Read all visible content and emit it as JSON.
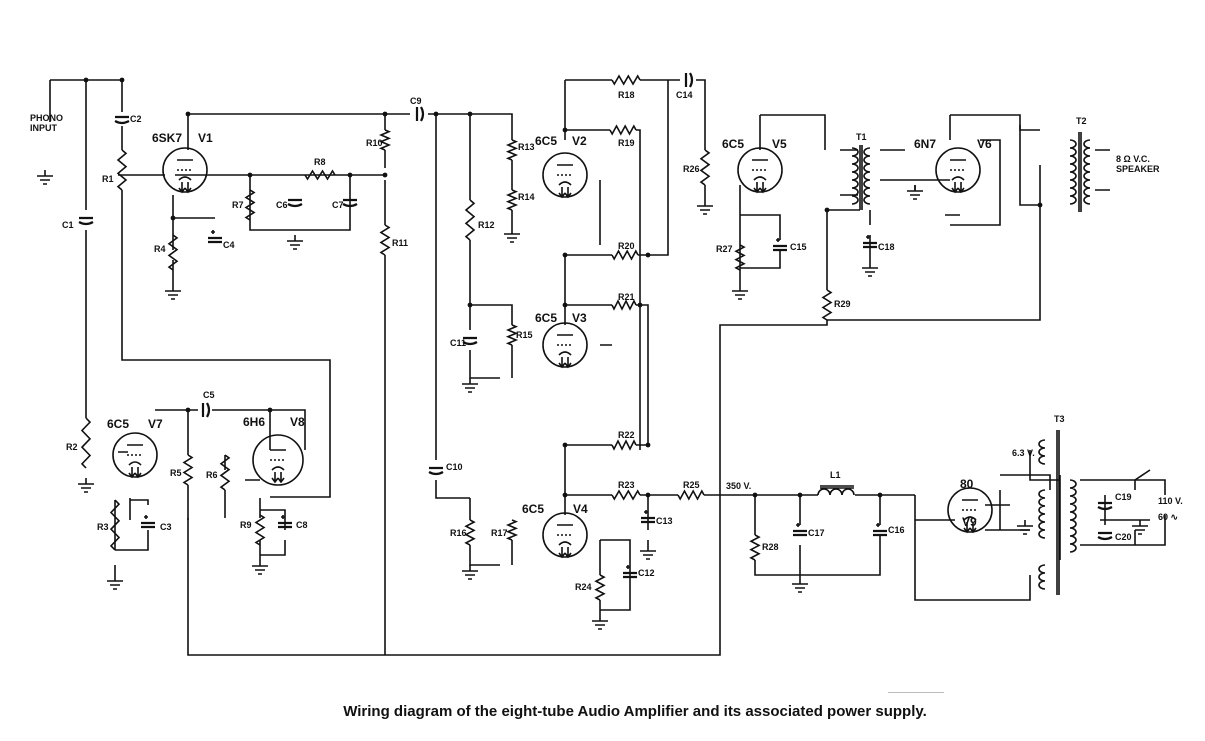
{
  "caption": "Wiring diagram of the eight-tube Audio Amplifier and its associated power supply.",
  "tubes": [
    {
      "type": "6SK7",
      "ref": "V1"
    },
    {
      "type": "6C5",
      "ref": "V2"
    },
    {
      "type": "6C5",
      "ref": "V3"
    },
    {
      "type": "6C5",
      "ref": "V4"
    },
    {
      "type": "6C5",
      "ref": "V5"
    },
    {
      "type": "6N7",
      "ref": "V6"
    },
    {
      "type": "6C5",
      "ref": "V7"
    },
    {
      "type": "6H6",
      "ref": "V8"
    },
    {
      "type": "80",
      "ref": "V9"
    }
  ],
  "resistors": [
    "R1",
    "R2",
    "R3",
    "R4",
    "R5",
    "R6",
    "R7",
    "R8",
    "R9",
    "R10",
    "R11",
    "R12",
    "R13",
    "R14",
    "R15",
    "R16",
    "R17",
    "R18",
    "R19",
    "R20",
    "R21",
    "R22",
    "R23",
    "R24",
    "R25",
    "R26",
    "R27",
    "R28",
    "R29"
  ],
  "capacitors": [
    "C1",
    "C2",
    "C3",
    "C4",
    "C5",
    "C6",
    "C7",
    "C8",
    "C9",
    "C10",
    "C11",
    "C12",
    "C13",
    "C14",
    "C15",
    "C16",
    "C17",
    "C18",
    "C19",
    "C20"
  ],
  "transformers": [
    "T1",
    "T2",
    "T3"
  ],
  "inductors": [
    "L1"
  ],
  "labels": {
    "phono_input": "PHONO\nINPUT",
    "speaker": "8 Ω V.C.\nSPEAKER",
    "b_plus": "350 V.",
    "filament": "6.3 V.",
    "line_voltage": "110 V.",
    "line_frequency": "60 ∿"
  }
}
